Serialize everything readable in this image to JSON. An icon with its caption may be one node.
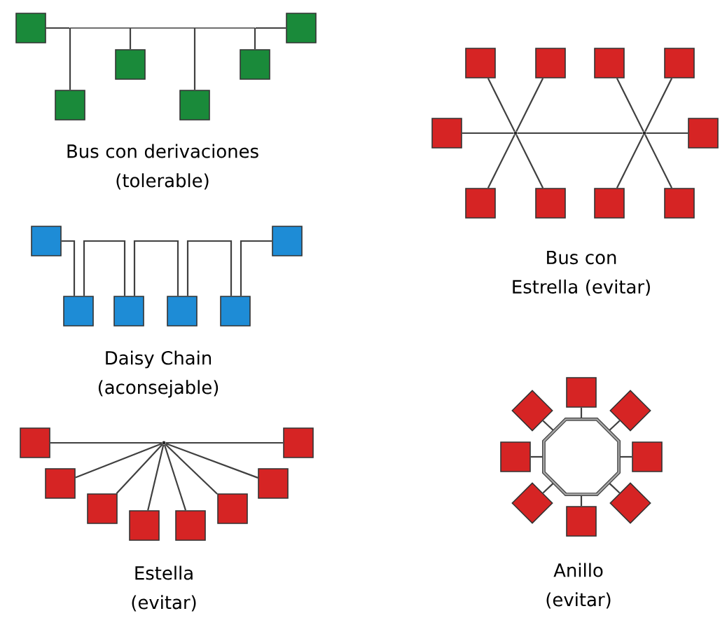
{
  "diagram": {
    "nodes": [
      {
        "text": [],
        "shape": "box"
      },
      {
        "text": [],
        "shape": "box"
      },
      {
        "text": [],
        "shape": "box"
      },
      {
        "text": [],
        "shape": "box"
      },
      {
        "text": [],
        "shape": "box"
      },
      {
        "text": [],
        "shape": "box"
      },
      {
        "text": [],
        "shape": "bar"
      },
      {
        "text": [],
        "shape": "box"
      },
      {
        "text": [],
        "shape": "box"
      },
      {
        "text": [],
        "shape": "box"
      },
      {
        "text": [],
        "shape": "box"
      },
      {
        "text": [],
        "shape": "box"
      },
      {
        "text": [],
        "shape": "point"
      },
      {
        "text": [],
        "shape": "point"
      },
      {
        "text": [],
        "shape": "box"
      },
      {
        "text": [],
        "shape": "box"
      },
      {
        "text": [],
        "shape": "box"
      },
      {
        "text": [],
        "shape": "box"
      },
      {
        "text": [],
        "shape": "box"
      },
      {
        "text": [],
        "shape": "box"
      },
      {
        "text": [],
        "shape": "box"
      },
      {
        "text": [],
        "shape": "box"
      },
      {
        "text": [],
        "shape": "box"
      },
      {
        "text": [],
        "shape": "box"
      },
      {
        "text": [],
        "shape": "box"
      },
      {
        "text": [],
        "shape": "box"
      },
      {
        "text": [],
        "shape": "point"
      },
      {
        "text": [],
        "shape": "box"
      },
      {
        "text": [],
        "shape": "box"
      },
      {
        "text": [],
        "shape": "box"
      },
      {
        "text": [],
        "shape": "box"
      },
      {
        "text": [],
        "shape": "box"
      },
      {
        "text": [],
        "shape": "box"
      },
      {
        "text": [],
        "shape": "box"
      },
      {
        "text": [],
        "shape": "box"
      },
      {
        "text": [],
        "shape": "diamond"
      },
      {
        "text": [],
        "shape": "diamond"
      },
      {
        "text": [],
        "shape": "octagon"
      },
      {
        "text": [],
        "shape": "box"
      },
      {
        "text": [],
        "shape": "box"
      },
      {
        "text": [],
        "shape": "diamond"
      },
      {
        "text": [],
        "shape": "diamond"
      },
      {
        "text": [],
        "shape": "box"
      }
    ],
    "edges": [
      {
        "from": 0,
        "to": 6,
        "arrow": "none"
      },
      {
        "from": 5,
        "to": 6,
        "arrow": "none"
      },
      {
        "from": 1,
        "to": 6,
        "arrow": "none"
      },
      {
        "from": 2,
        "to": 6,
        "arrow": "none"
      },
      {
        "from": 3,
        "to": 6,
        "arrow": "none"
      },
      {
        "from": 4,
        "to": 6,
        "arrow": "none"
      },
      {
        "from": 11,
        "to": 12,
        "arrow": "none"
      },
      {
        "from": 12,
        "to": 13,
        "arrow": "none"
      },
      {
        "from": 13,
        "to": 14,
        "arrow": "none"
      },
      {
        "from": 7,
        "to": 12,
        "arrow": "none"
      },
      {
        "from": 16,
        "to": 12,
        "arrow": "none"
      },
      {
        "from": 8,
        "to": 12,
        "arrow": "none"
      },
      {
        "from": 15,
        "to": 12,
        "arrow": "none"
      },
      {
        "from": 9,
        "to": 13,
        "arrow": "none"
      },
      {
        "from": 18,
        "to": 13,
        "arrow": "none"
      },
      {
        "from": 10,
        "to": 13,
        "arrow": "none"
      },
      {
        "from": 17,
        "to": 13,
        "arrow": "none"
      },
      {
        "from": 19,
        "to": 21,
        "arrow": "none"
      },
      {
        "from": 21,
        "to": 22,
        "arrow": "none"
      },
      {
        "from": 22,
        "to": 23,
        "arrow": "none"
      },
      {
        "from": 23,
        "to": 24,
        "arrow": "none"
      },
      {
        "from": 24,
        "to": 20,
        "arrow": "none"
      },
      {
        "from": 25,
        "to": 26,
        "arrow": "none"
      },
      {
        "from": 26,
        "to": 27,
        "arrow": "none"
      },
      {
        "from": 28,
        "to": 26,
        "arrow": "none"
      },
      {
        "from": 29,
        "to": 26,
        "arrow": "none"
      },
      {
        "from": 30,
        "to": 26,
        "arrow": "none"
      },
      {
        "from": 31,
        "to": 26,
        "arrow": "none"
      },
      {
        "from": 32,
        "to": 26,
        "arrow": "none"
      },
      {
        "from": 33,
        "to": 26,
        "arrow": "none"
      },
      {
        "from": 34,
        "to": 37,
        "arrow": "none"
      },
      {
        "from": 35,
        "to": 37,
        "arrow": "none"
      },
      {
        "from": 36,
        "to": 37,
        "arrow": "none"
      },
      {
        "from": 38,
        "to": 37,
        "arrow": "none"
      },
      {
        "from": 39,
        "to": 37,
        "arrow": "none"
      },
      {
        "from": 40,
        "to": 37,
        "arrow": "none"
      },
      {
        "from": 41,
        "to": 37,
        "arrow": "none"
      },
      {
        "from": 42,
        "to": 37,
        "arrow": "none"
      }
    ],
    "labels": [
      "Bus con derivaciones (tolerable)",
      "Bus con Estrella (evitar)",
      "Daisy Chain (aconsejable)",
      "Estella (evitar)",
      "Anillo (evitar)"
    ]
  }
}
